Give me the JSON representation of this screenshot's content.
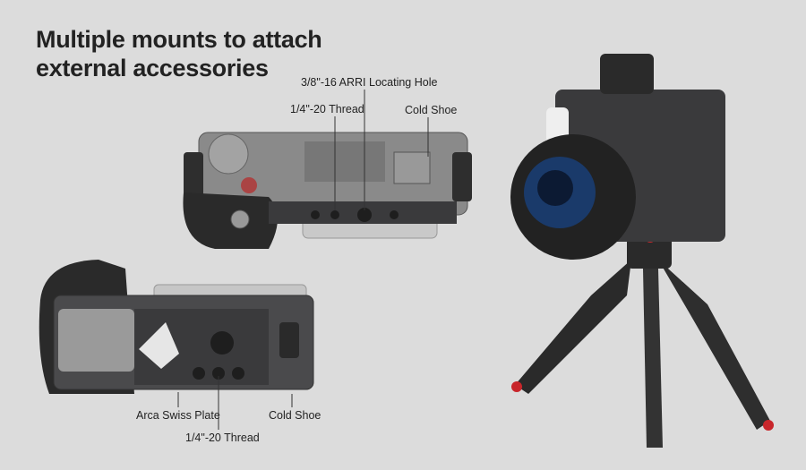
{
  "headline": {
    "line1": "Multiple mounts to attach",
    "line2": "external accessories"
  },
  "top_view_labels": {
    "arri": "3/8\"-16 ARRI Locating Hole",
    "thread": "1/4\"-20 Thread",
    "cold_shoe": "Cold Shoe"
  },
  "bottom_view_labels": {
    "arca": "Arca Swiss Plate",
    "thread": "1/4\"-20 Thread",
    "cold_shoe": "Cold Shoe"
  },
  "colors": {
    "background": "#dcdcdc",
    "text": "#222222",
    "cage": "#3a3a3c",
    "accent_red": "#c8262b"
  }
}
